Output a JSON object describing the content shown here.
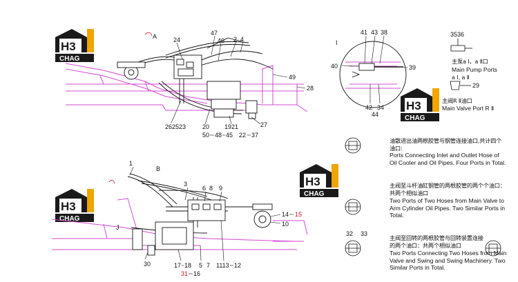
{
  "logos": {
    "brand_top": "H3",
    "brand_bottom": "CHAG"
  },
  "view_labels": {
    "top_view": "A",
    "bottom_view": "B",
    "detail_I": "I",
    "detail_J": "J"
  },
  "top_labels": [
    "24",
    "47",
    "46",
    "2",
    "4",
    "49",
    "28",
    "262523",
    "20",
    "1921",
    "27",
    "50",
    "48",
    "45",
    "22",
    "37"
  ],
  "bottom_labels": [
    "1",
    "3",
    "6",
    "8",
    "9",
    "14",
    "15",
    "10",
    "30",
    "17",
    "18",
    "31",
    "16",
    "5",
    "7",
    "1113",
    "12"
  ],
  "detail_labels": [
    "41",
    "43",
    "38",
    "40",
    "39",
    "42",
    "34",
    "44",
    "3536",
    "29",
    "32",
    "33"
  ],
  "notes": {
    "main_pump_cn": "主泵a Ⅰ，a Ⅱ口",
    "main_pump_en": "Main Pump Ports",
    "main_pump_ports": "a Ⅰ, a Ⅱ",
    "main_valve_cn": "主阀R Ⅱ油口",
    "main_valve_en": "Main Valve Port R Ⅱ",
    "inlet_cn": "油散进出油两根胶管与钢管连接油口,共计四个油口:",
    "inlet_en": "Ports Connecting Inlet and Outlet Hose of Oil Cooler and Oil Pipes. Four Ports in Total.",
    "arm_cn": "主阀至斗杆油缸钢管的两根胶管的两个个油口：共两个相似油口",
    "arm_en": "Two Ports of Two Hoses from Main Valve to Arm Cylinder Oil Pipes. Two Similar Ports in Total.",
    "swing_cn": "主阀至回转的两根胶管与回转装置连接的两个油口：共两个相似油口",
    "swing_en": "Two Ports Connecting Two Hoses from Main Valve and Swing and Swing Machinery. Two Similar Ports in Total."
  },
  "colors": {
    "frame": "#d24bd2",
    "ink": "#111111",
    "logo_dark": "#1a1a1a",
    "logo_gold": "#f0a500",
    "red_label": "#c8102e"
  }
}
